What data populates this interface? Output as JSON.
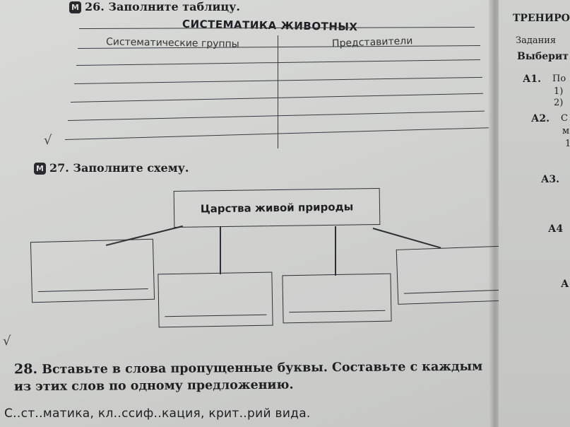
{
  "task26": {
    "badge": "М",
    "number": "26.",
    "text": "Заполните таблицу."
  },
  "table": {
    "title": "СИСТЕМАТИКА ЖИВОТНЫХ",
    "col1": "Систематические группы",
    "col2": "Представители"
  },
  "task27": {
    "badge": "М",
    "number": "27.",
    "text": "Заполните схему."
  },
  "scheme": {
    "root": "Царства живой природы"
  },
  "task28": {
    "number": "28.",
    "line1": "Вставьте в слова пропущенные буквы. Составьте с каждым",
    "line2": "из этих слов по одному предложению.",
    "words": "С..ст..матика, кл..ссиф..кация, крит..рий вида."
  },
  "right_page": {
    "header": "ТРЕНИРО",
    "l1": "Задания",
    "l2": "Выберит",
    "a1": "А1.",
    "a1_text": "По",
    "a1_opt1": "1)",
    "a1_opt2": "2)",
    "a2": "А2.",
    "a2_text": "С",
    "a2_m": "м",
    "a2_one": "1",
    "a3": "А3.",
    "a4": "А4",
    "a5": "А"
  },
  "marks": {
    "check1": "√",
    "check2": "√"
  }
}
